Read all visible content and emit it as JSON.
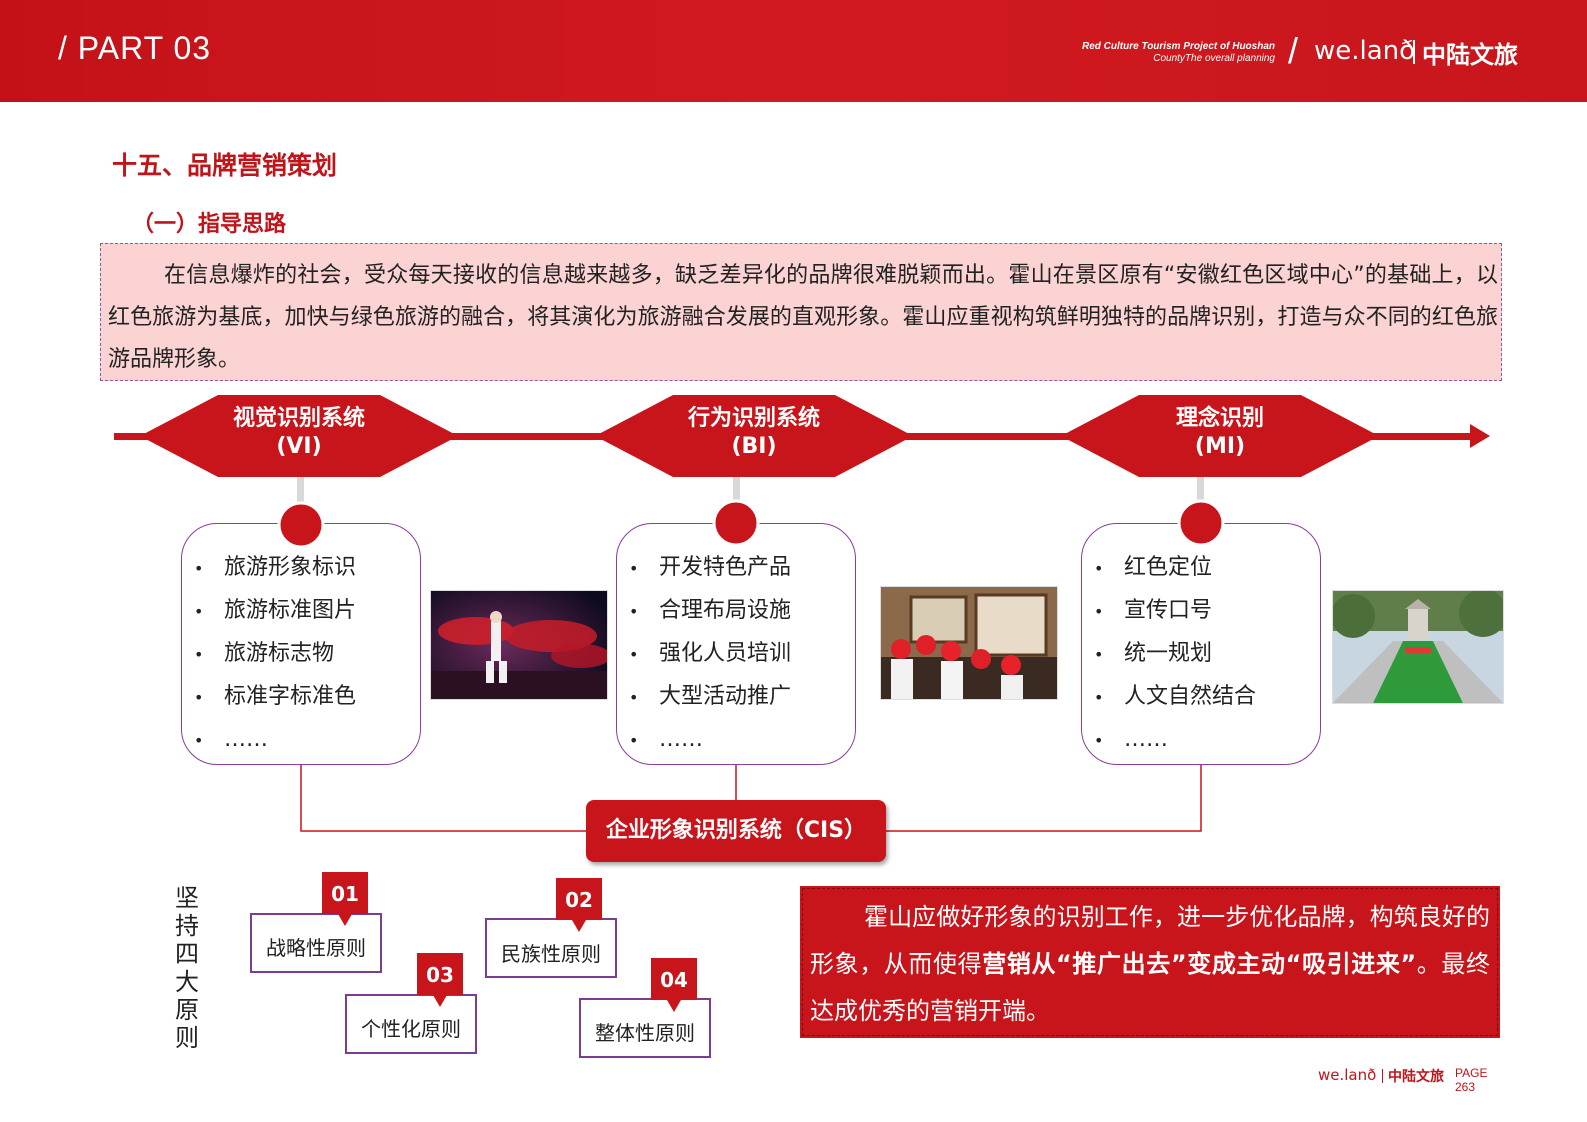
{
  "header": {
    "part": "/ PART 03",
    "en_line1": "Red Culture Tourism Project of Huoshan",
    "en_line2": "CountyThe overall planning",
    "slash": "/",
    "brand": "we.lanð",
    "brand_cn": "中陆文旅"
  },
  "title": "十五、品牌营销策划",
  "subtitle": "（一）指导思路",
  "intro": "在信息爆炸的社会，受众每天接收的信息越来越多，缺乏差异化的品牌很难脱颖而出。霍山在景区原有“安徽红色区域中心”的基础上，以红色旅游为基底，加快与绿色旅游的融合，将其演化为旅游融合发展的直观形象。霍山应重视构筑鲜明独特的品牌识别，打造与众不同的红色旅游品牌形象。",
  "systems": [
    {
      "line1": "视觉识别系统",
      "line2": "(VI)",
      "items": [
        "旅游形象标识",
        "旅游标准图片",
        "旅游标志物",
        "标准字标准色",
        "……"
      ]
    },
    {
      "line1": "行为识别系统",
      "line2": "(BI)",
      "items": [
        "开发特色产品",
        "合理布局设施",
        "强化人员培训",
        "大型活动推广",
        "……"
      ]
    },
    {
      "line1": "理念识别",
      "line2": "(MI)",
      "items": [
        "红色定位",
        "宣传口号",
        "统一规划",
        "人文自然结合",
        "……"
      ]
    }
  ],
  "bullet": "•",
  "cis": "企业形象识别系统（CIS）",
  "principles_title": "坚持四大原则",
  "principles": [
    {
      "num": "01",
      "label": "战略性原则"
    },
    {
      "num": "02",
      "label": "民族性原则"
    },
    {
      "num": "03",
      "label": "个性化原则"
    },
    {
      "num": "04",
      "label": "整体性原则"
    }
  ],
  "conclusion": {
    "part1": "霍山应做好形象的识别工作，进一步优化品牌，构筑良好的形象，从而使得",
    "bold": "营销从“推广出去”变成主动“吸引进来”",
    "part2": "。最终达成优秀的营销开端。"
  },
  "footer": {
    "brand": "we.lanð",
    "brand_cn": "中陆文旅",
    "page_label": "PAGE",
    "page_num": "263"
  },
  "colors": {
    "accent": "#c8141b",
    "purple": "#8a3d9a",
    "pink": "#fbd3d3"
  }
}
